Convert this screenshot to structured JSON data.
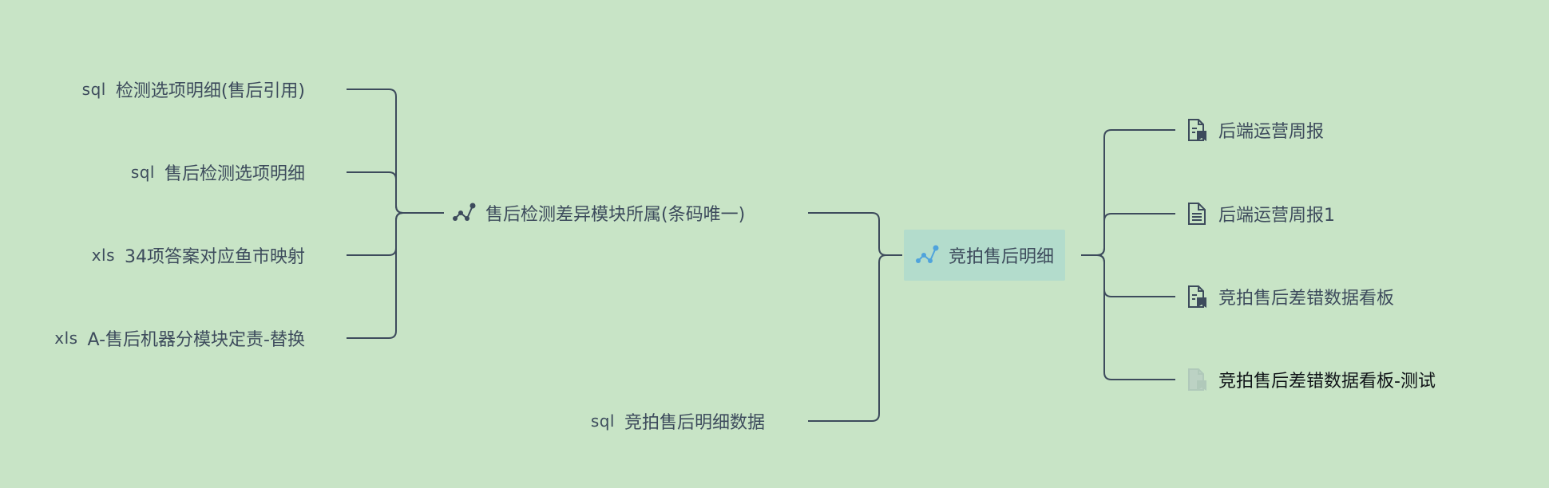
{
  "diagram": {
    "center": {
      "label": "竞拍售后明细",
      "icon": "lineage-graph-icon"
    },
    "left_upper": {
      "label": "售后检测差异模块所属(条码唯一)",
      "icon": "lineage-graph-icon"
    },
    "left_lower": {
      "tag": "sql",
      "label": "竞拍售后明细数据"
    },
    "sources": [
      {
        "tag": "sql",
        "label": "检测选项明细(售后引用)"
      },
      {
        "tag": "sql",
        "label": "售后检测选项明细"
      },
      {
        "tag": "xls",
        "label": "34项答案对应鱼市映射"
      },
      {
        "tag": "xls",
        "label": "A-售后机器分模块定责-替换"
      }
    ],
    "outputs": [
      {
        "label": "后端运营周报",
        "icon": "report-bookmark-icon"
      },
      {
        "label": "后端运营周报1",
        "icon": "document-icon"
      },
      {
        "label": "竞拍售后差错数据看板",
        "icon": "report-bookmark-icon"
      },
      {
        "label": "竞拍售后差错数据看板-测试",
        "icon": "faded-report-icon"
      }
    ],
    "colors": {
      "background": "#c8e4c6",
      "line": "#3d4b5c",
      "center_fill": "#b3dccc",
      "center_icon": "#4fa3dc",
      "text": "#3d4b5c",
      "faded_icon": "#bcd2c4"
    }
  }
}
